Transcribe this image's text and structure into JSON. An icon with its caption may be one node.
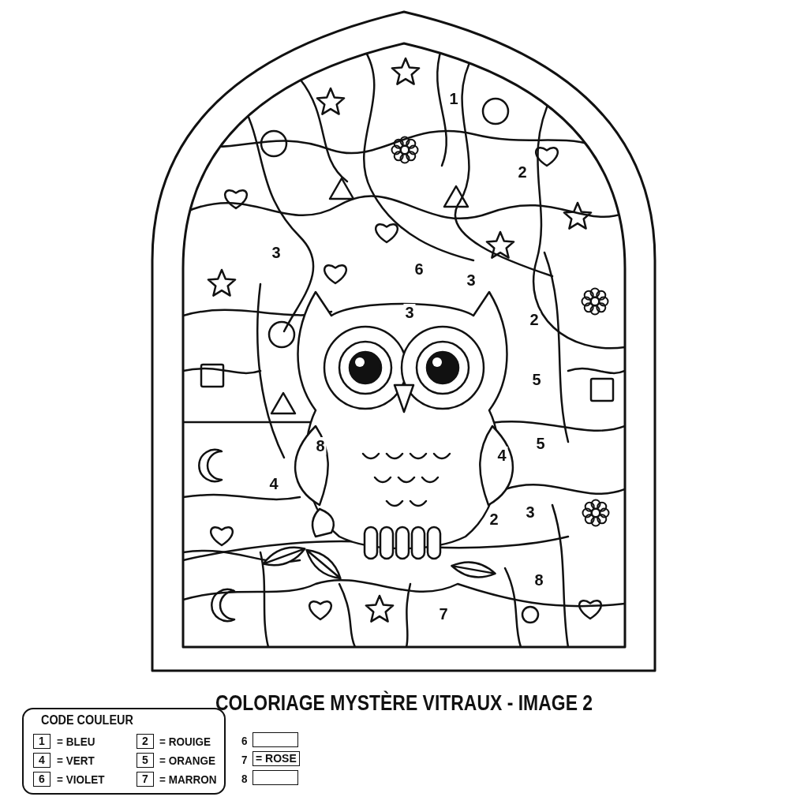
{
  "diagram": {
    "title": "COLORIAGE MYSTÈRE VITRAUX - IMAGE 2",
    "labels": [
      "1",
      "2",
      "3",
      "6",
      "3",
      "3",
      "2",
      "5",
      "8",
      "5",
      "4",
      "4",
      "3",
      "2",
      "8",
      "7",
      "CODE COULEUR",
      "1",
      "= BLEU",
      "2",
      "= ROUIGE",
      "6",
      "4",
      "= VERT",
      "5",
      "= ORANGE",
      "7",
      "= ROSE",
      "6",
      "= VIOLET",
      "7",
      "= MARRON",
      "8"
    ]
  }
}
